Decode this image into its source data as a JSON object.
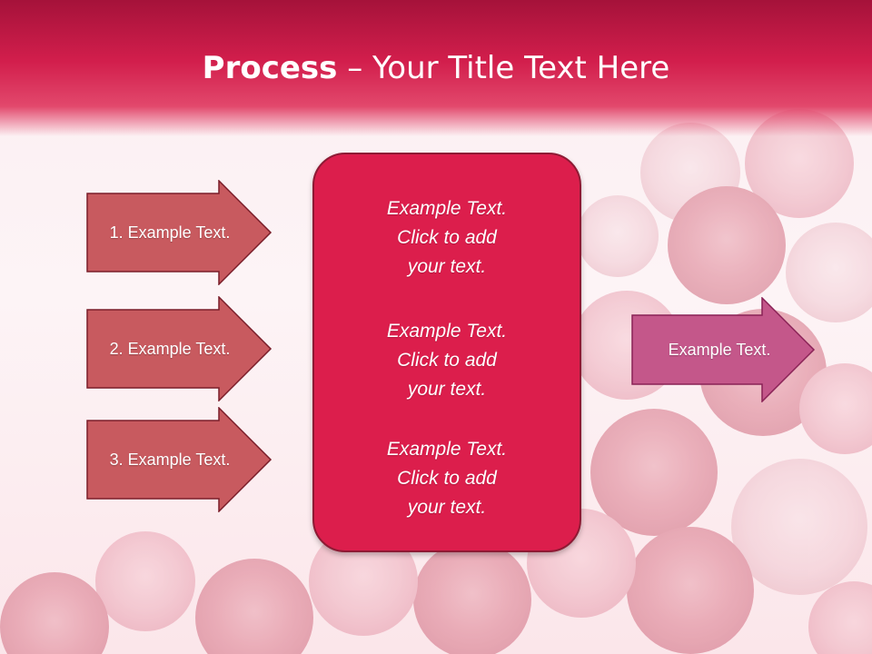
{
  "title": {
    "bold": "Process",
    "separator": " – ",
    "rest": "Your Title Text Here"
  },
  "left_arrows": [
    {
      "label": "1. Example Text."
    },
    {
      "label": "2. Example Text."
    },
    {
      "label": "3. Example Text."
    }
  ],
  "center_box": {
    "blocks": [
      {
        "line1": "Example Text.",
        "line2": "Click  to add",
        "line3": "your text."
      },
      {
        "line1": "Example Text.",
        "line2": "Click  to add",
        "line3": "your text."
      },
      {
        "line1": "Example Text.",
        "line2": "Click  to add",
        "line3": "your text."
      }
    ]
  },
  "right_arrow": {
    "label": "Example Text."
  },
  "colors": {
    "header": "#d21e4c",
    "left_arrow_fill": "#c85a5f",
    "left_arrow_stroke": "#7a1e2a",
    "center_fill": "#dc1e4c",
    "right_arrow_fill": "#c4578a",
    "right_arrow_stroke": "#8a2256"
  }
}
